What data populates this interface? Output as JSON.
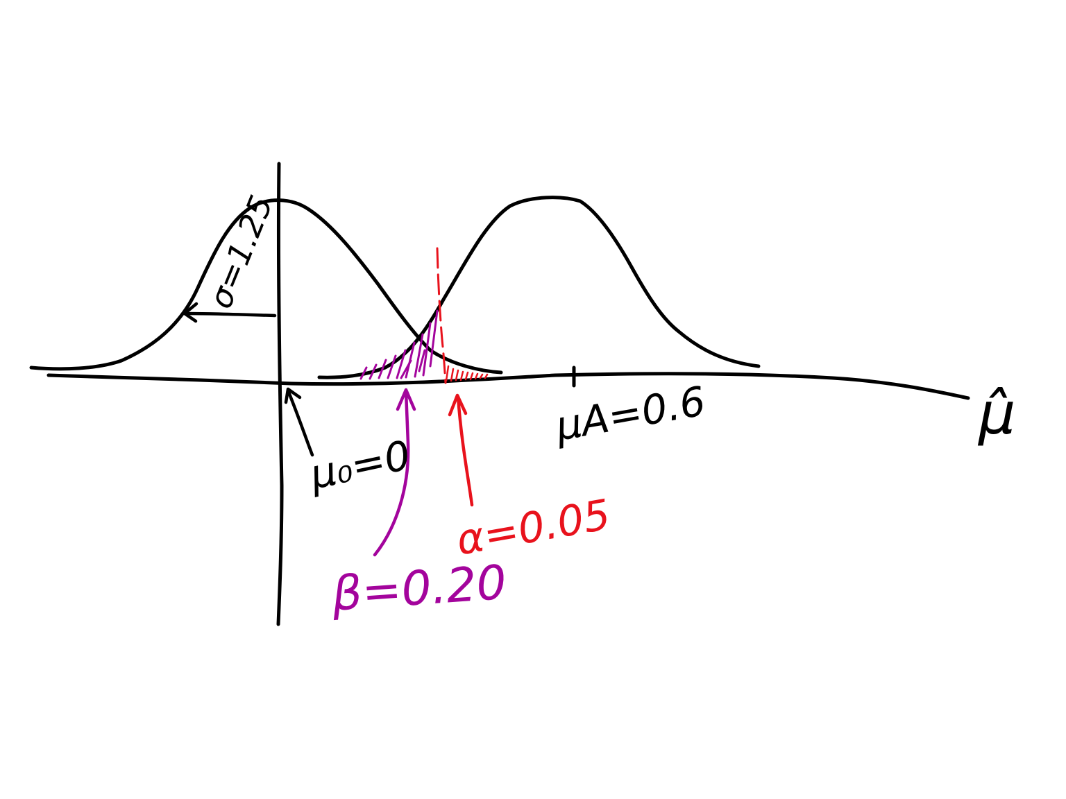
{
  "figure": {
    "x_axis_symbol": "μ̂",
    "null_mean_label": "μ₀=0",
    "alt_mean_label": "μA=0.6",
    "sigma_label": "σ=1.25",
    "alpha_label": "α=0.05",
    "beta_label": "β=0.20"
  },
  "colors": {
    "ink": "#000000",
    "alpha": "#e8121c",
    "beta": "#a3049c",
    "background": "#ffffff"
  }
}
